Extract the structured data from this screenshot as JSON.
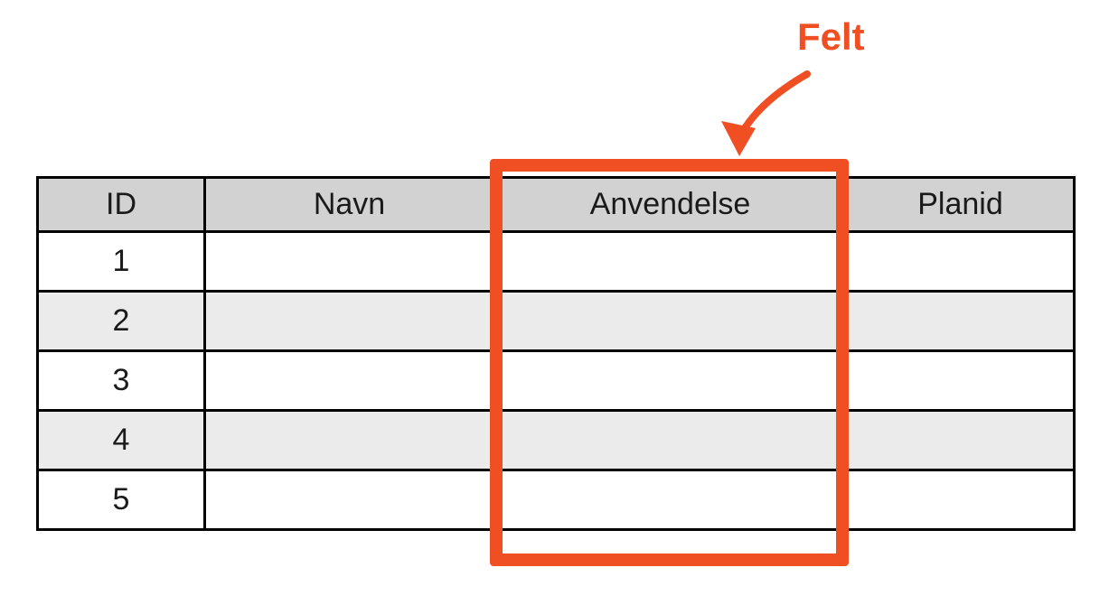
{
  "annotation": {
    "label": "Felt",
    "points_to_column": "Anvendelse"
  },
  "table": {
    "headers": [
      "ID",
      "Navn",
      "Anvendelse",
      "Planid"
    ],
    "rows": [
      {
        "id": "1",
        "navn": "",
        "anvendelse": "",
        "planid": ""
      },
      {
        "id": "2",
        "navn": "",
        "anvendelse": "",
        "planid": ""
      },
      {
        "id": "3",
        "navn": "",
        "anvendelse": "",
        "planid": ""
      },
      {
        "id": "4",
        "navn": "",
        "anvendelse": "",
        "planid": ""
      },
      {
        "id": "5",
        "navn": "",
        "anvendelse": "",
        "planid": ""
      }
    ],
    "highlighted_column": "Anvendelse"
  },
  "colors": {
    "accent": "#F04E23",
    "header_bg": "#D2D2D2",
    "alt_row_bg": "#EBEBEB",
    "table_border": "#000000"
  }
}
